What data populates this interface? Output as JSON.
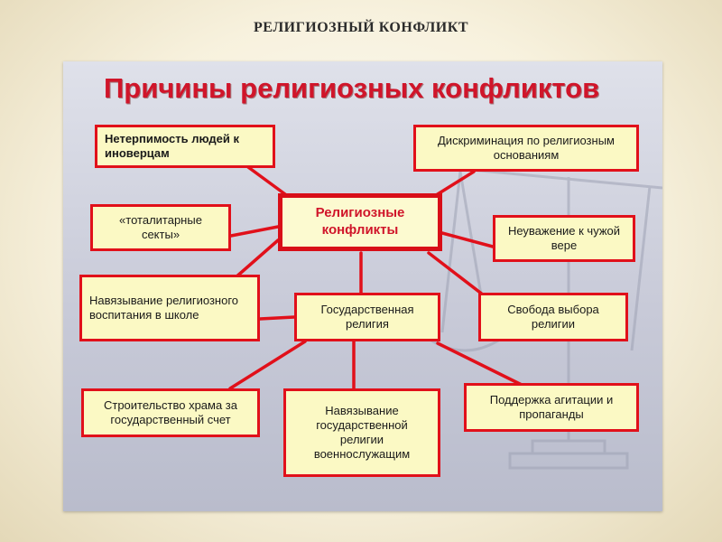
{
  "slide": {
    "title": "РЕЛИГИОЗНЫЙ КОНФЛИКТ"
  },
  "diagram": {
    "heading": "Причины религиозных конфликтов",
    "center": "Религиозные конфликты",
    "causes": {
      "intolerance": "Нетерпимость людей к иноверцам",
      "discrimination": "Дискриминация по религиозным основаниям",
      "sects": "«тоталитарные секты»",
      "disrespect": "Неуважение к чужой вере",
      "imposed_education": "Навязывание религиозного воспитания в школе",
      "state_religion": "Государственная религия",
      "freedom_choice": "Свобода выбора религии",
      "temple_construction": "Строительство храма за государственный счет",
      "imposed_military": "Навязывание государственной религии военнослужащим",
      "agitation": "Поддержка агитации и пропаганды"
    },
    "colors": {
      "accent": "#e1101a",
      "box_fill": "#fbf9c4",
      "heading": "#d0152a"
    }
  }
}
